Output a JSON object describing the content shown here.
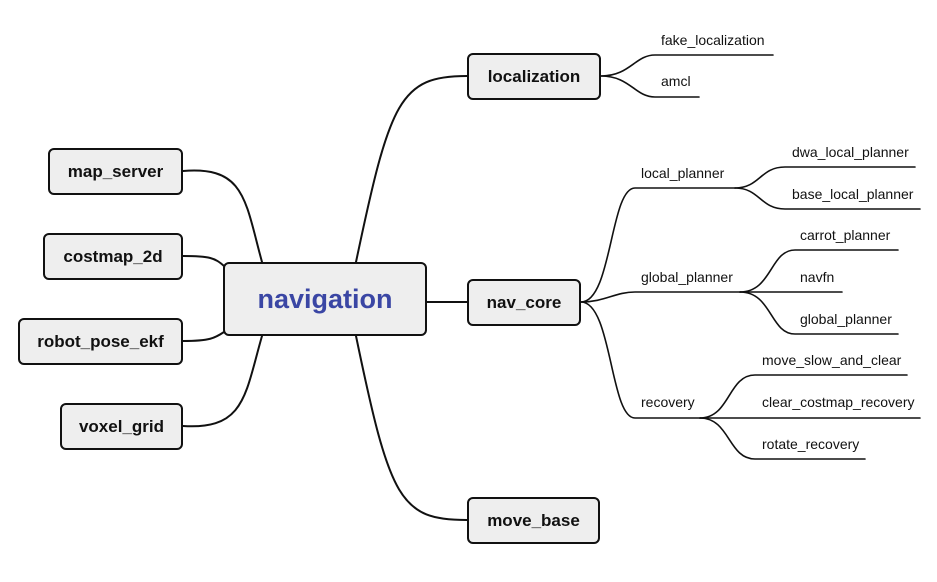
{
  "mindmap": {
    "root": "navigation",
    "left": [
      "map_server",
      "costmap_2d",
      "robot_pose_ekf",
      "voxel_grid"
    ],
    "right": {
      "localization": {
        "label": "localization",
        "children": [
          "fake_localization",
          "amcl"
        ]
      },
      "nav_core": {
        "label": "nav_core",
        "local_planner": {
          "label": "local_planner",
          "children": [
            "dwa_local_planner",
            "base_local_planner"
          ]
        },
        "global_planner": {
          "label": "global_planner",
          "children": [
            "carrot_planner",
            "navfn",
            "global_planner"
          ]
        },
        "recovery": {
          "label": "recovery",
          "children": [
            "move_slow_and_clear",
            "clear_costmap_recovery",
            "rotate_recovery"
          ]
        }
      },
      "move_base": {
        "label": "move_base"
      }
    }
  },
  "colors": {
    "root_text": "#3a46a4",
    "node_fill": "#eeeeee",
    "line": "#111111"
  }
}
